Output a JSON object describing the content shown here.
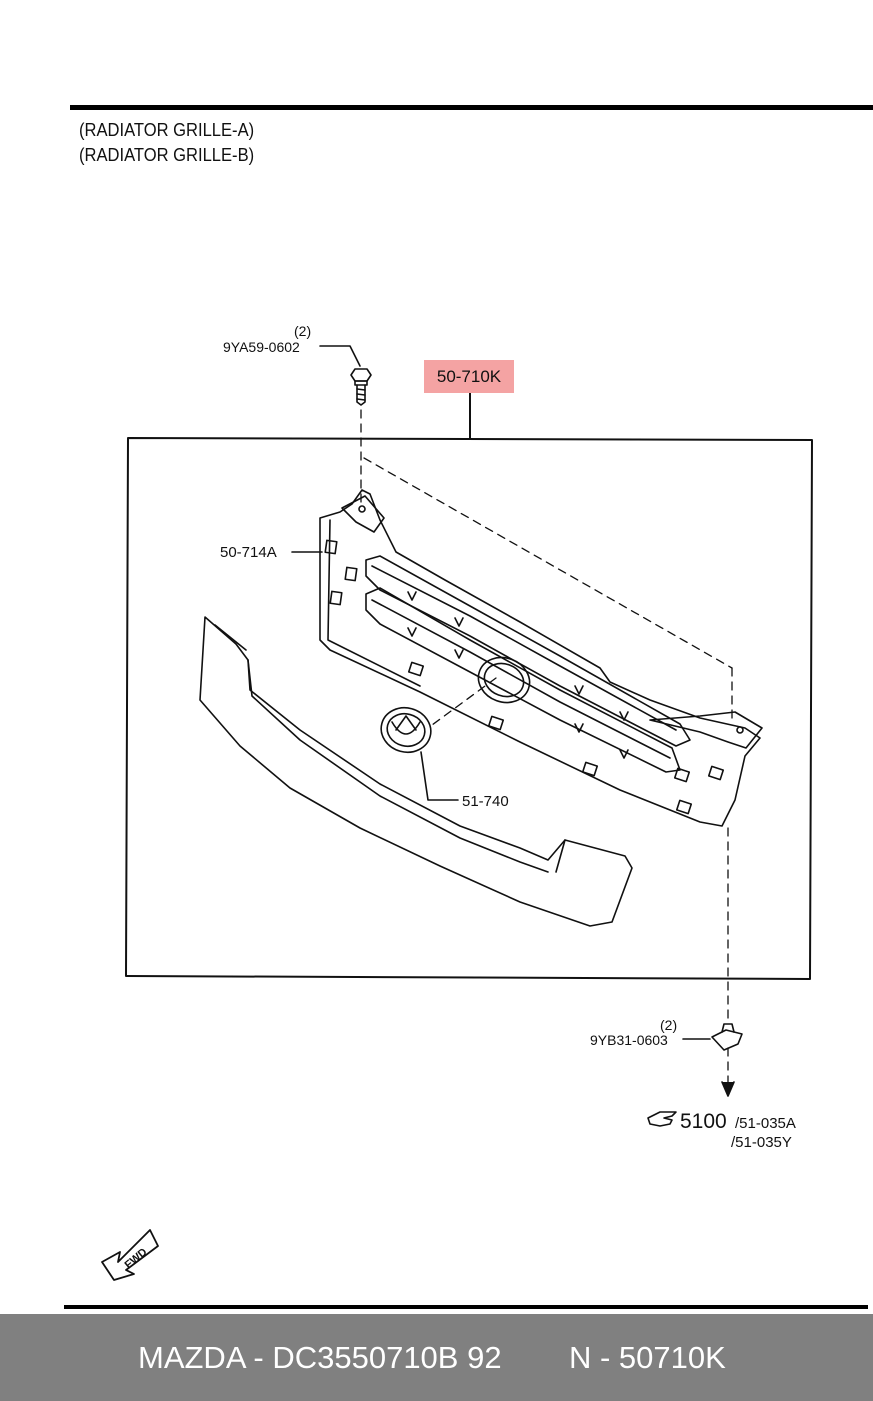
{
  "header": {
    "title_line_1": "(RADIATOR GRILLE-A)",
    "title_line_2": "(RADIATOR GRILLE-B)"
  },
  "callouts": {
    "bolt_qty": "(2)",
    "bolt_part": "9YA59-0602",
    "assembly_part": "50-710K",
    "grille_part": "50-714A",
    "emblem_part": "51-740",
    "nut_qty": "(2)",
    "nut_part": "9YB31-0603",
    "ref_main": "5100",
    "ref_sub_1": "/51-035A",
    "ref_sub_2": "/51-035Y"
  },
  "badges": {
    "fwd": "FWD"
  },
  "footer": {
    "left_text": "MAZDA - DC3550710B 92",
    "right_text": "N - 50710K"
  },
  "colors": {
    "highlight": "#f4a3a3",
    "footer_bg": "#808080",
    "line": "#111111"
  }
}
